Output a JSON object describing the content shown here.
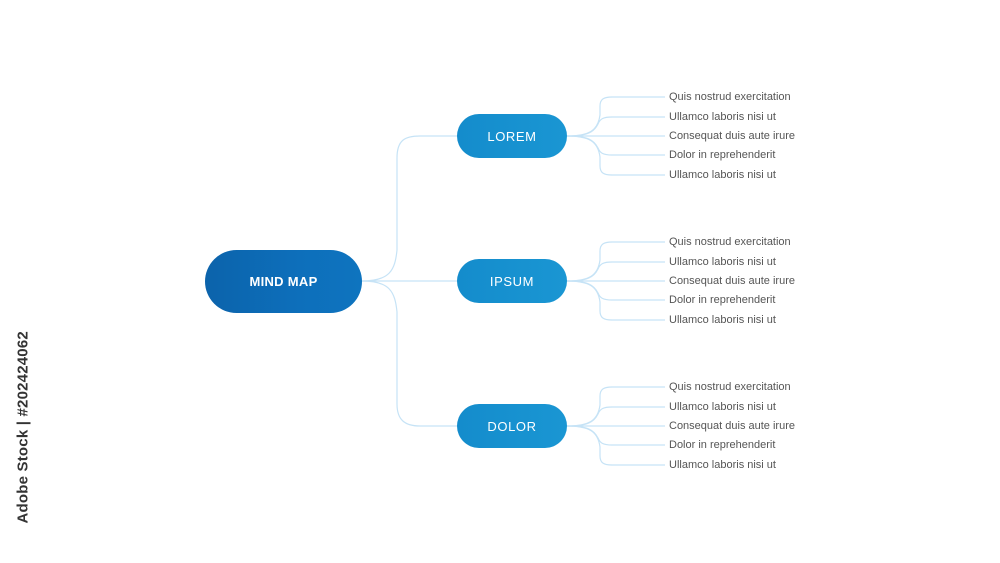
{
  "root": {
    "label": "MIND MAP"
  },
  "branches": [
    {
      "label": "LOREM",
      "items": [
        "Quis nostrud exercitation",
        "Ullamco laboris nisi ut",
        "Consequat duis aute irure",
        "Dolor in reprehenderit",
        "Ullamco laboris nisi ut"
      ]
    },
    {
      "label": "IPSUM",
      "items": [
        "Quis nostrud exercitation",
        "Ullamco laboris nisi ut",
        "Consequat duis aute irure",
        "Dolor in reprehenderit",
        "Ullamco laboris nisi ut"
      ]
    },
    {
      "label": "DOLOR",
      "items": [
        "Quis nostrud exercitation",
        "Ullamco laboris nisi ut",
        "Consequat duis aute irure",
        "Dolor in reprehenderit",
        "Ullamco laboris nisi ut"
      ]
    }
  ],
  "watermark": {
    "text": "Adobe Stock | #202424062"
  },
  "colors": {
    "root": "#0c63ab",
    "branch": "#1a96d3",
    "connector": "#c6e3f6",
    "leaf_text": "#555555"
  }
}
